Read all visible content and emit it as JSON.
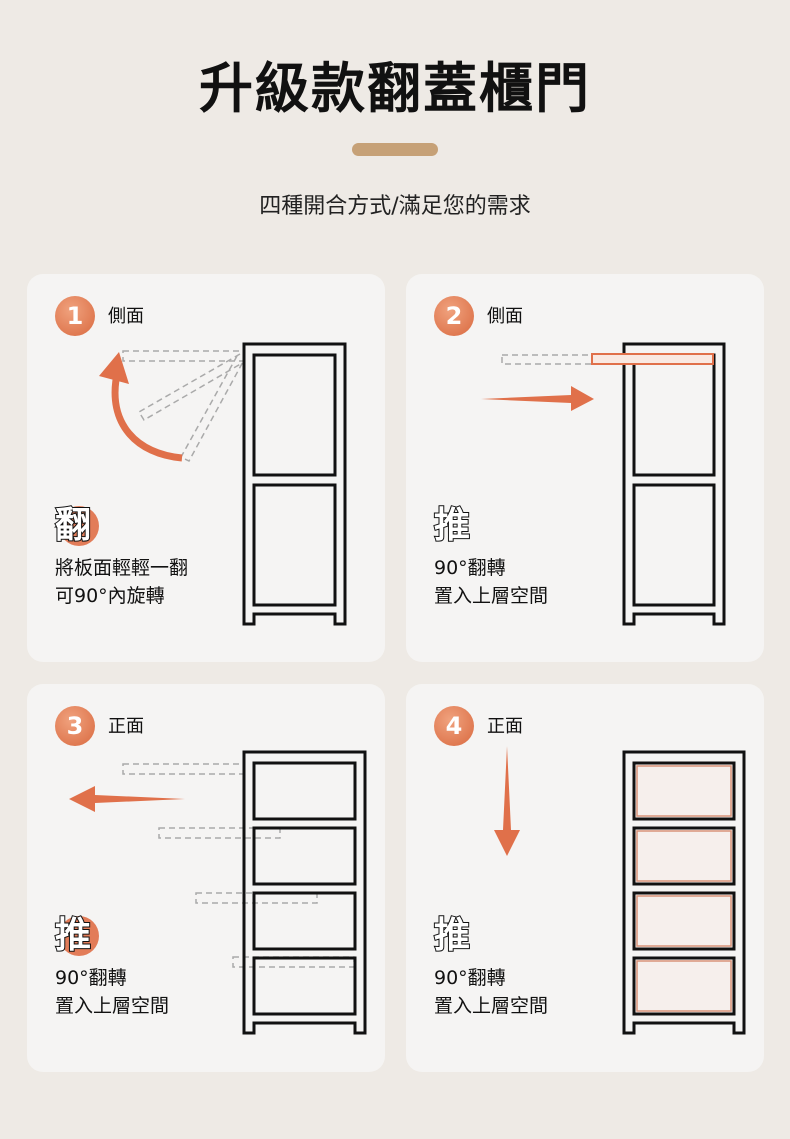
{
  "header": {
    "title": "升級款翻蓋櫃門",
    "subtitle": "四種開合方式/滿足您的需求"
  },
  "accent_color": "#e0704a",
  "cards": [
    {
      "number": "1",
      "view": "側面",
      "verb": "翻",
      "lines": [
        "將板面輕輕一翻",
        "可90°內旋轉"
      ]
    },
    {
      "number": "2",
      "view": "側面",
      "verb": "推",
      "lines": [
        "90°翻轉",
        "置入上層空間"
      ]
    },
    {
      "number": "3",
      "view": "正面",
      "verb": "推",
      "lines": [
        "90°翻轉",
        "置入上層空間"
      ]
    },
    {
      "number": "4",
      "view": "正面",
      "verb": "推",
      "lines": [
        "90°翻轉",
        "置入上層空間"
      ]
    }
  ]
}
